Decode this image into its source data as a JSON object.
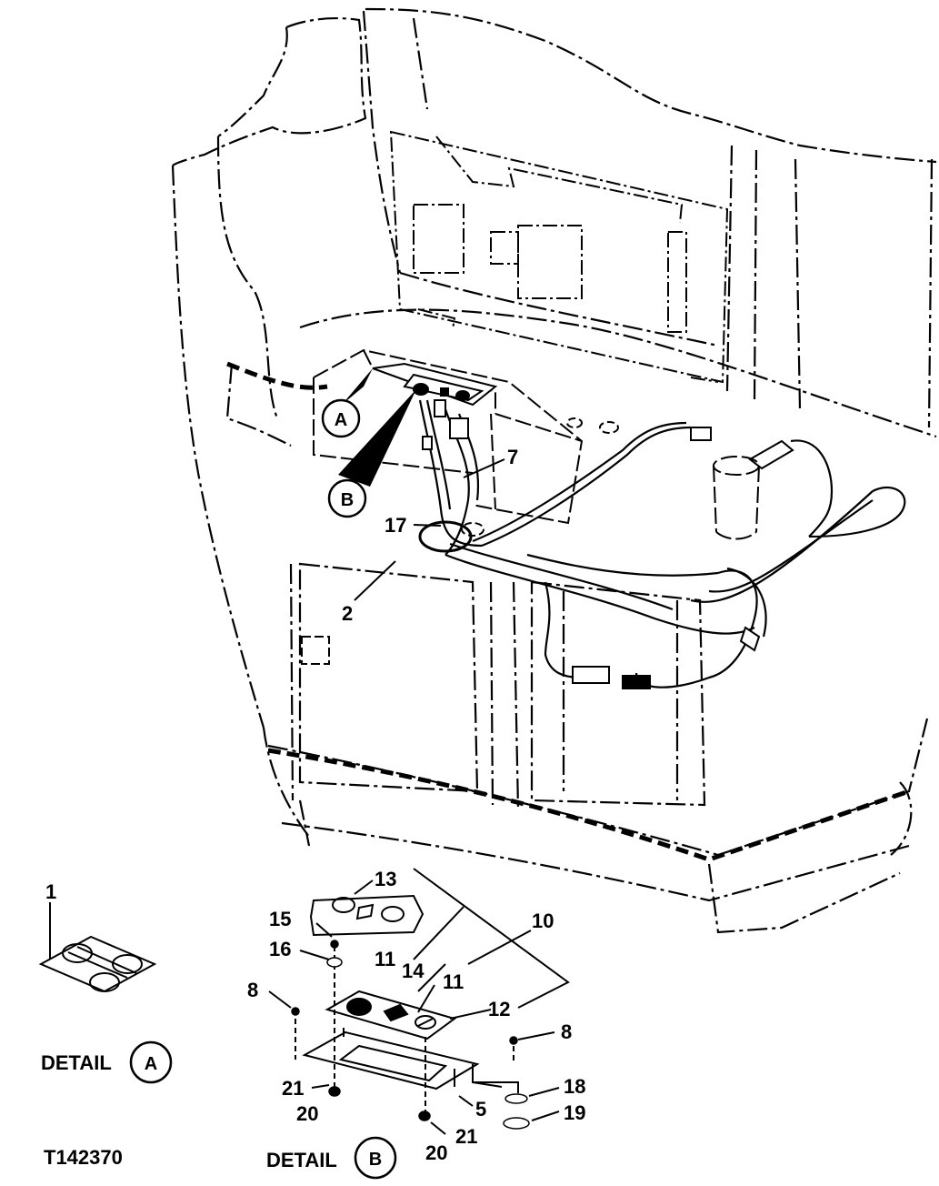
{
  "callouts": {
    "c1": "1",
    "c2": "2",
    "c5": "5",
    "c7": "7",
    "c8a": "8",
    "c8b": "8",
    "c10": "10",
    "c11a": "11",
    "c11b": "11",
    "c12": "12",
    "c13": "13",
    "c14": "14",
    "c15": "15",
    "c16": "16",
    "c17": "17",
    "c18": "18",
    "c19": "19",
    "c20a": "20",
    "c20b": "20",
    "c21a": "21",
    "c21b": "21"
  },
  "detail_markers": {
    "a": "A",
    "b": "B"
  },
  "detail_labels": {
    "detail_a_text": "DETAIL",
    "detail_a_letter": "A",
    "detail_b_text": "DETAIL",
    "detail_b_letter": "B"
  },
  "figure_id": "T142370"
}
